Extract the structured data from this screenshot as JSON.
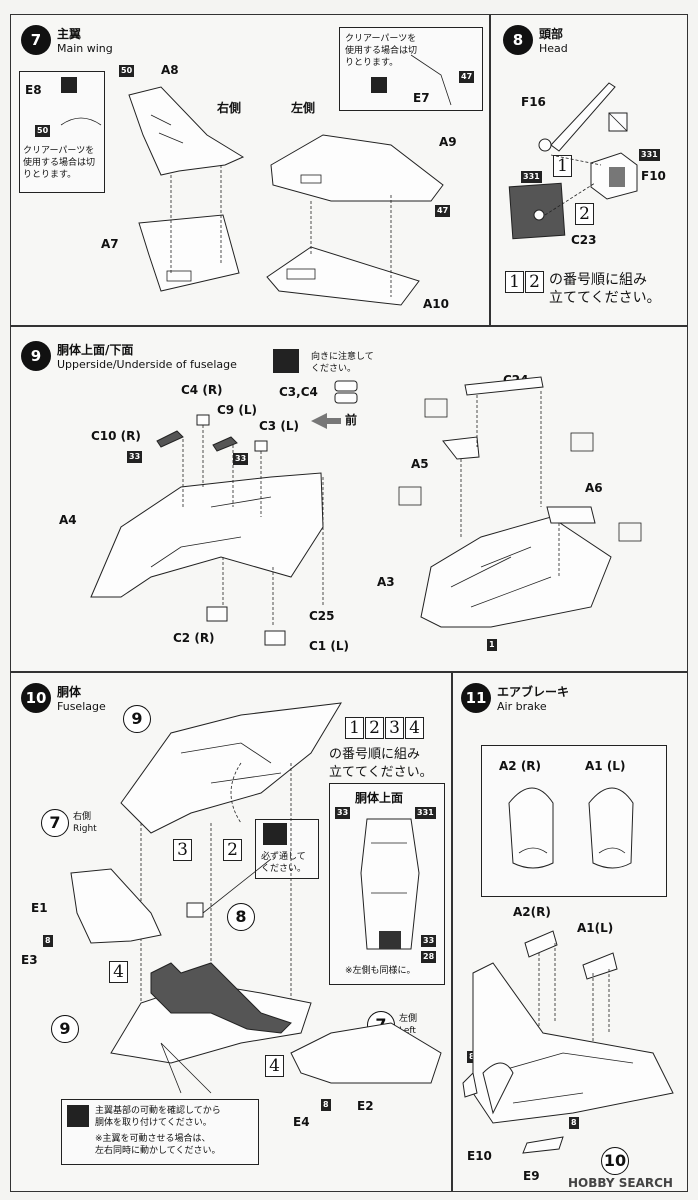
{
  "steps": {
    "s7": {
      "number": "7",
      "title_jp": "主翼",
      "title_en": "Main wing",
      "clear_note_left": [
        "クリアーパーツを",
        "使用する場合は切",
        "りとります。"
      ],
      "clear_note_right": [
        "クリアーパーツを",
        "使用する場合は切",
        "りとります。"
      ],
      "label_right": "右側",
      "label_left": "左側",
      "parts": [
        "A8",
        "A7",
        "A9",
        "A10",
        "E8",
        "E7"
      ],
      "codes": [
        "50",
        "50",
        "47",
        "47"
      ]
    },
    "s8": {
      "number": "8",
      "title_jp": "頭部",
      "title_en": "Head",
      "parts": [
        "F16",
        "F10",
        "C23"
      ],
      "codes": [
        "331",
        "331"
      ],
      "order_nums": [
        "1",
        "2"
      ],
      "order_text": [
        "の番号順に組み",
        "立ててください。"
      ]
    },
    "s9": {
      "number": "9",
      "title_jp": "胴体上面/下面",
      "title_en": "Upperside/Underside of fuselage",
      "direction_note": [
        "向きに注意して",
        "ください。"
      ],
      "mae": "前",
      "parts": [
        "C4 (R)",
        "C9 (L)",
        "C3 (L)",
        "C10 (R)",
        "A4",
        "C2 (R)",
        "C25",
        "C1 (L)",
        "C24",
        "A5",
        "A6",
        "A3",
        "C3,C4"
      ],
      "codes": [
        "33",
        "33"
      ],
      "mark": "1"
    },
    "s10": {
      "number": "10",
      "title_jp": "胴体",
      "title_en": "Fuselage",
      "order_nums": [
        "1",
        "2",
        "3",
        "4"
      ],
      "order_text": [
        "の番号順に組み",
        "立ててください。"
      ],
      "through_note": [
        "必ず通して",
        "ください。"
      ],
      "right_jp": "右側",
      "right_en": "Right",
      "left_jp": "左側",
      "left_en": "Left",
      "parts": [
        "E1",
        "E3",
        "E4",
        "E2"
      ],
      "refs": [
        "9",
        "7",
        "8",
        "7",
        "9"
      ],
      "inset_title": "胴体上面",
      "inset_codes": [
        "33",
        "331",
        "33",
        "28"
      ],
      "inset_note": "※左側も同様に。",
      "bottom_note": [
        "主翼基部の可動を確認してから",
        "胴体を取り付けてください。",
        "※主翼を可動させる場合は、",
        "左右同時に動かしてください。"
      ],
      "marks": [
        "8",
        "8"
      ]
    },
    "s11": {
      "number": "11",
      "title_jp": "エアブレーキ",
      "title_en": "Air brake",
      "inset_parts": [
        "A2 (R)",
        "A1 (L)"
      ],
      "parts": [
        "A2(R)",
        "A1(L)",
        "E10",
        "E9"
      ],
      "marks": [
        "8",
        "8"
      ],
      "ref": "10"
    }
  },
  "watermark": "HOBBY SEARCH"
}
